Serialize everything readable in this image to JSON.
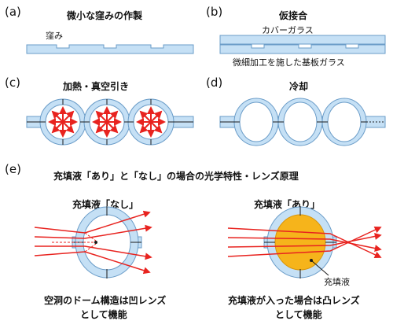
{
  "panels": {
    "a": {
      "label": "(a)",
      "title": "微小な窪みの作製",
      "note": "窪み"
    },
    "b": {
      "label": "(b)",
      "title": "仮接合",
      "top_glass": "カバーガラス",
      "bottom_glass": "微細加工を施した基板ガラス"
    },
    "c": {
      "label": "(c)",
      "title": "加熱・真空引き"
    },
    "d": {
      "label": "(d)",
      "title": "冷却"
    },
    "e": {
      "label": "(e)",
      "title": "充填液「あり」と「なし」の場合の光学特性・レンズ原理",
      "left_title": "充填液「なし」",
      "right_title": "充填液「あり」",
      "liquid_label": "充填液",
      "left_caption_1": "空洞のドーム構造は凹レンズ",
      "left_caption_2": "として機能",
      "right_caption_1": "充填液が入った場合は凸レンズ",
      "right_caption_2": "として機能"
    }
  },
  "colors": {
    "glass": "#c5e0f5",
    "glass_edge": "#6a9cc8",
    "arrow": "#e8231f",
    "liquid": "#f6b41b"
  }
}
